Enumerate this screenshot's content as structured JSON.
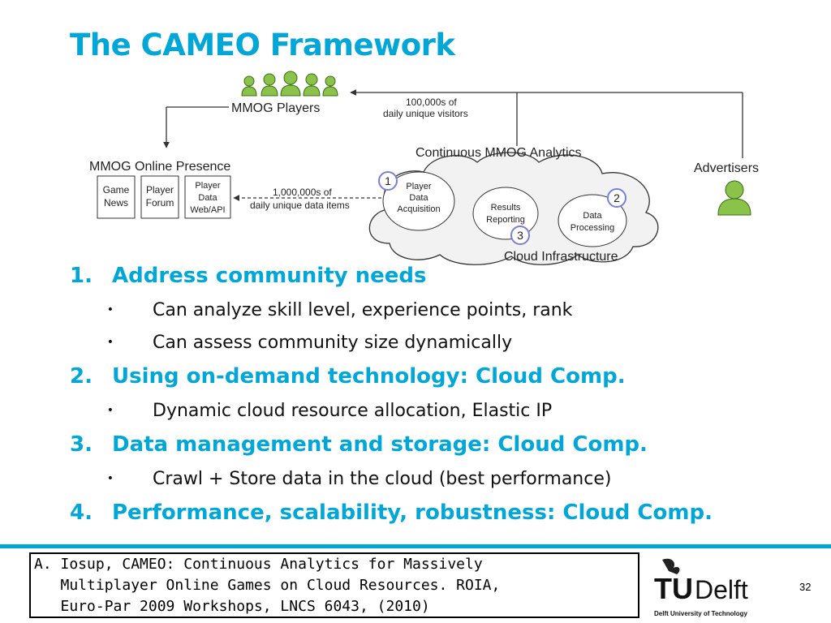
{
  "slide": {
    "title": "The CAMEO Framework",
    "page_number": "32"
  },
  "diagram": {
    "players_label": "MMOG Players",
    "visitors_line1": "100,000s of",
    "visitors_line2": "daily unique visitors",
    "online_presence_label": "MMOG Online Presence",
    "boxes": {
      "game_news": [
        "Game",
        "News"
      ],
      "player_forum": [
        "Player",
        "Forum"
      ],
      "player_data": [
        "Player",
        "Data",
        "Web/API"
      ]
    },
    "items_line1": "1,000,000s of",
    "items_line2": "daily unique data items",
    "analytics_label": "Continuous MMOG Analytics",
    "advertisers_label": "Advertisers",
    "step1_num": "1",
    "step1_label": [
      "Player",
      "Data",
      "Acquisition"
    ],
    "step2_num": "2",
    "step2_label": [
      "Data",
      "Processing"
    ],
    "step3_num": "3",
    "step3_label": [
      "Results",
      "Reporting"
    ],
    "cloud_label": "Cloud Infrastructure"
  },
  "points": [
    {
      "num": "1.",
      "heading": "Address community needs",
      "bullets": [
        "Can analyze skill level, experience points, rank",
        "Can assess community size dynamically"
      ]
    },
    {
      "num": "2.",
      "heading": "Using on-demand technology: Cloud Comp.",
      "bullets": [
        "Dynamic cloud resource allocation, Elastic IP"
      ]
    },
    {
      "num": "3.",
      "heading": "Data management and storage: Cloud Comp.",
      "bullets": [
        "Crawl + Store data in the cloud (best performance)"
      ]
    },
    {
      "num": "4.",
      "heading": "Performance, scalability, robustness: Cloud Comp.",
      "bullets": []
    }
  ],
  "bullet_char": "•",
  "reference": {
    "line1": "A. Iosup, CAMEO: Continuous Analytics for Massively",
    "line2": "   Multiplayer Online Games on Cloud Resources. ROIA,",
    "line3": "   Euro-Par 2009 Workshops, LNCS 6043, (2010)"
  },
  "logo": {
    "text_t": "T",
    "text_u": "U",
    "text_delft": "Delft",
    "tagline": "Delft University of Technology"
  },
  "colors": {
    "accent": "#00a6d6",
    "player_green": "#8bc34a",
    "step_circle": "#7b7fd4"
  }
}
